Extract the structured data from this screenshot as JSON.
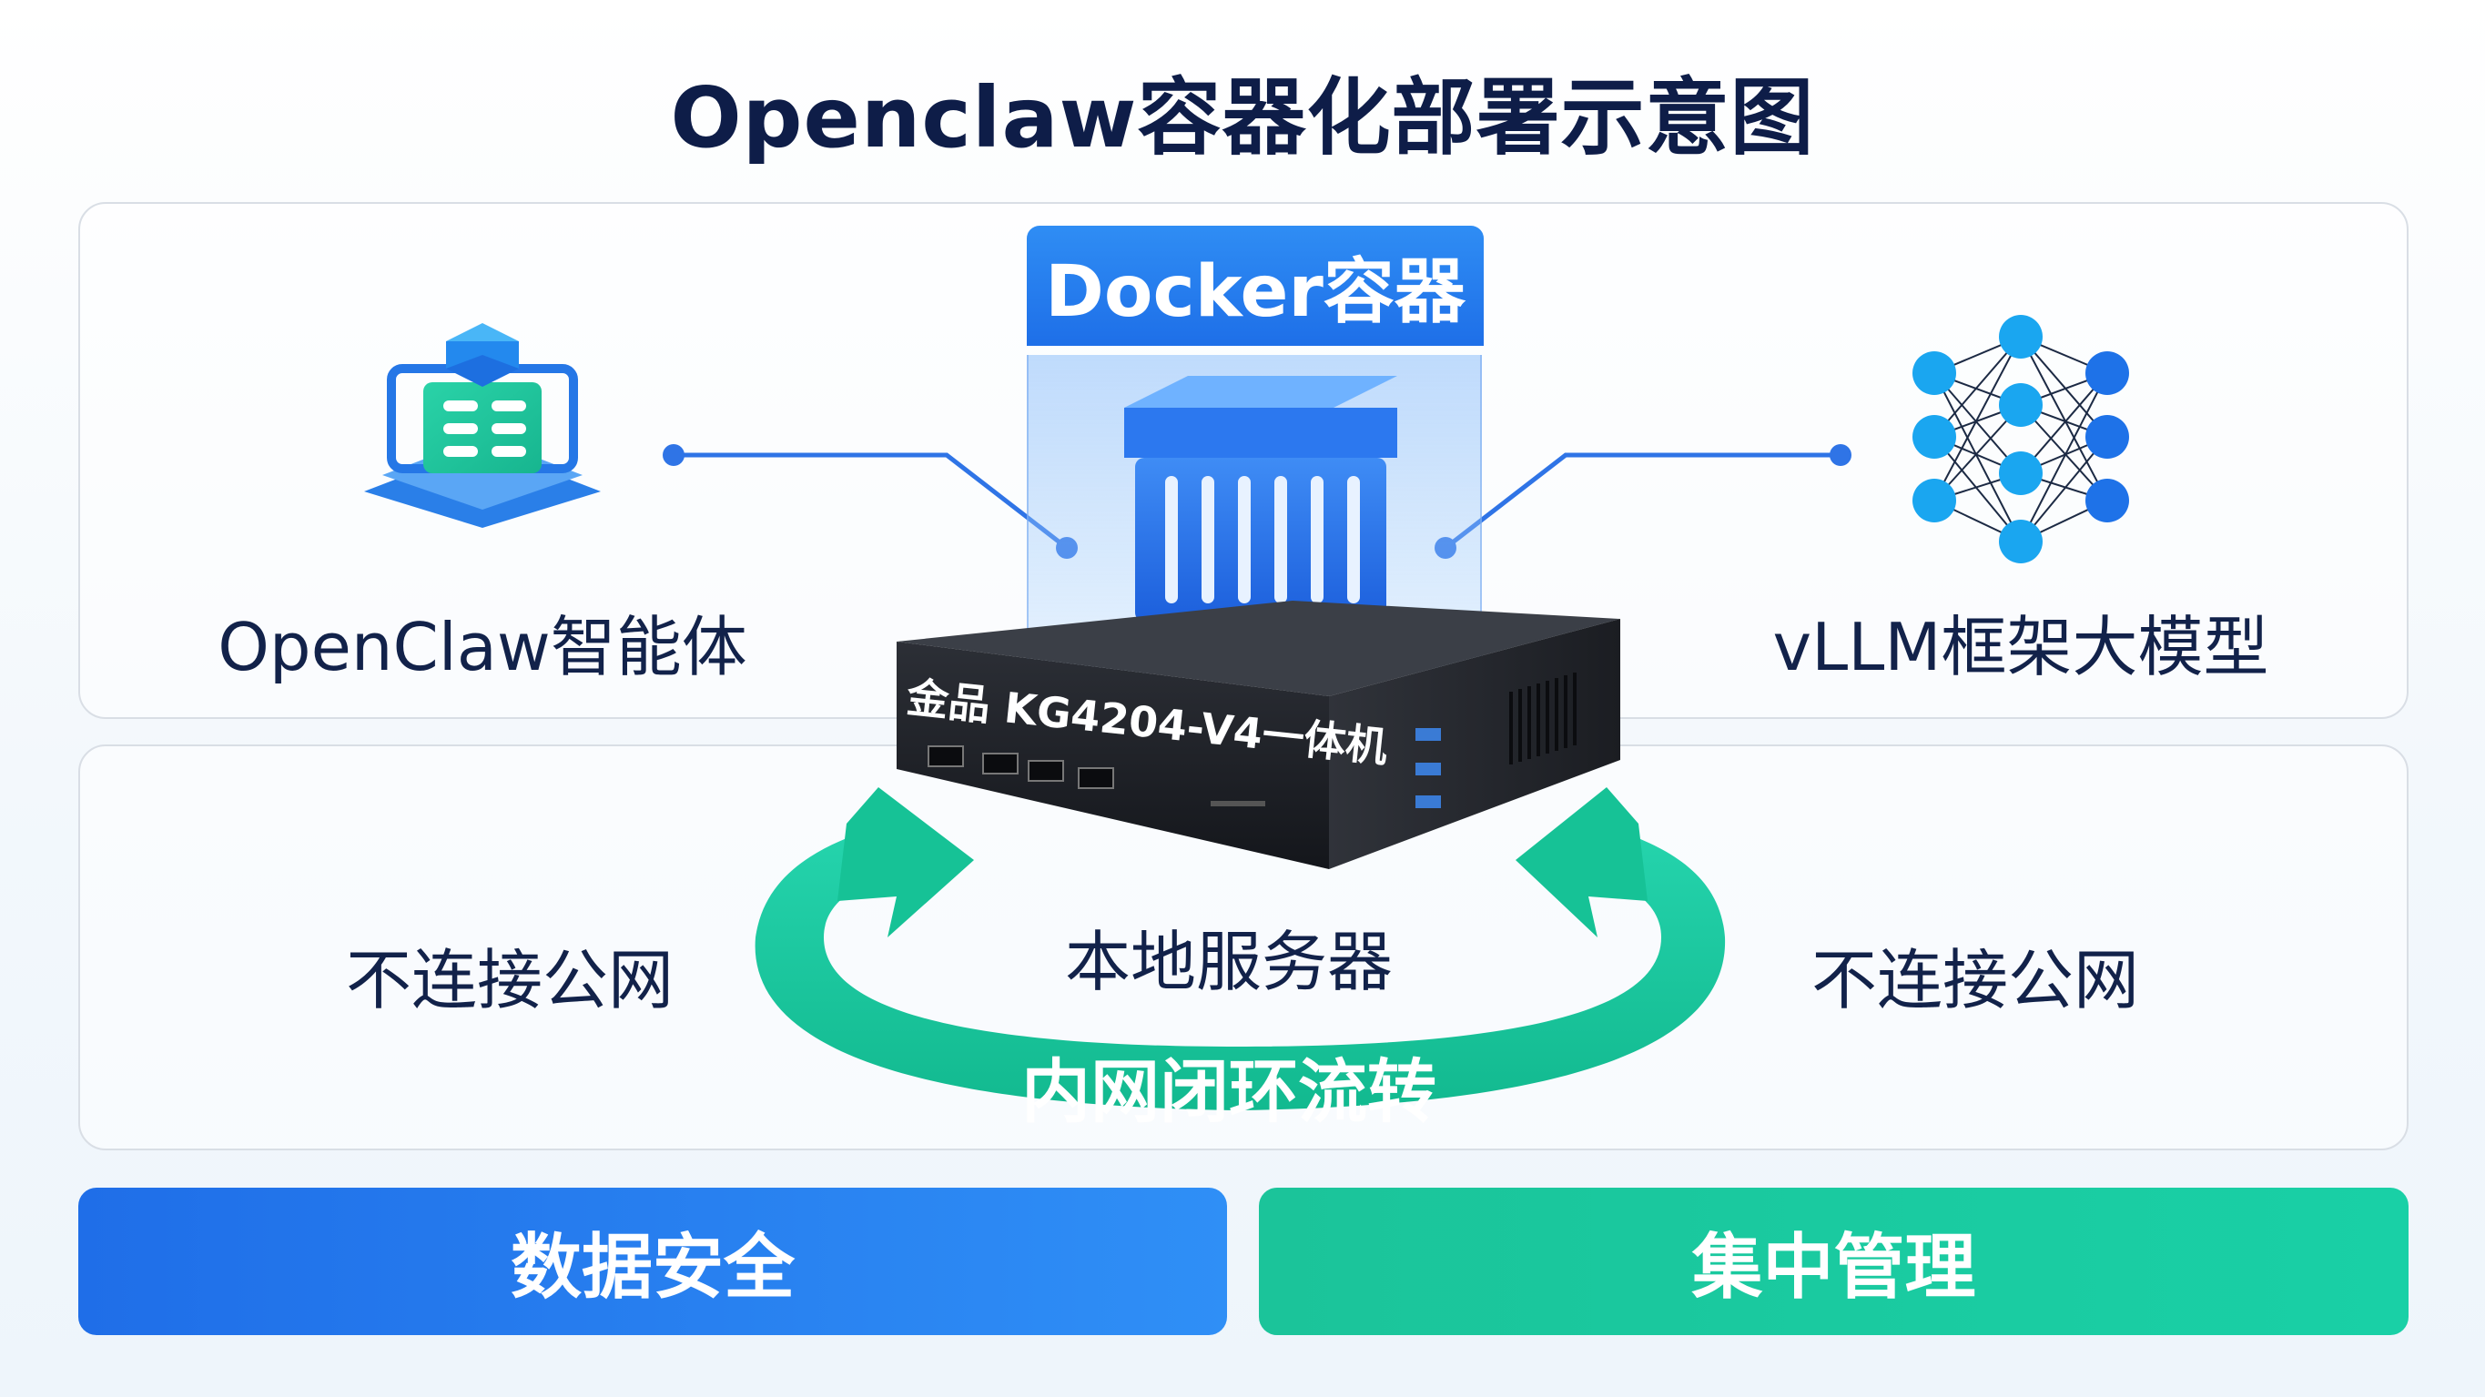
{
  "title": "Openclaw容器化部署示意图",
  "docker": {
    "header": "Docker容器"
  },
  "agent": {
    "label": "OpenClaw智能体",
    "icon": "agent-stack-icon"
  },
  "llm": {
    "label": "vLLM框架大模型",
    "icon": "neural-network-icon"
  },
  "server": {
    "device_label": "金品 KG4204-V4一体机",
    "label": "本地服务器"
  },
  "network": {
    "left_label": "不连接公网",
    "right_label": "不连接公网",
    "loop_label": "内网闭环流转"
  },
  "benefits": {
    "security": "数据安全",
    "management": "集中管理"
  },
  "colors": {
    "blue": "#1f6ee8",
    "green": "#19c9a0",
    "navy": "#0e1d48"
  }
}
